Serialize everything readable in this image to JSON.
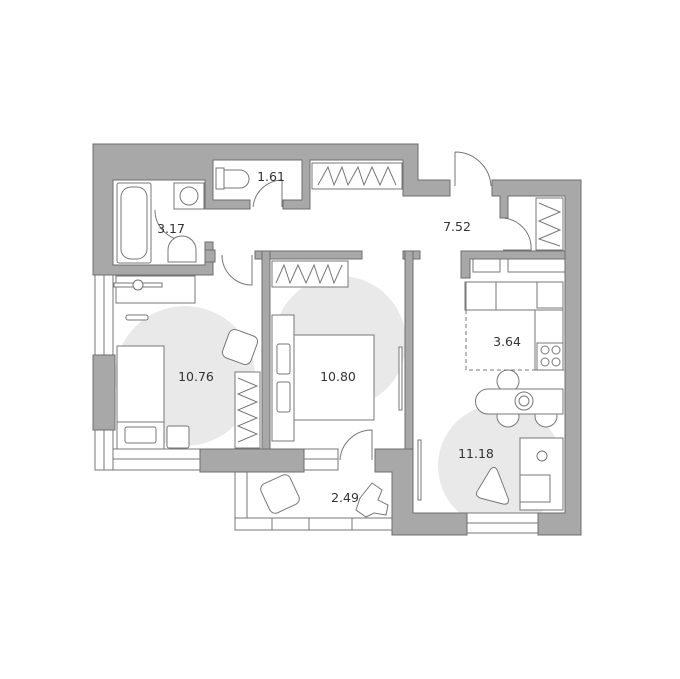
{
  "rooms": [
    {
      "name": "bathroom",
      "area": "3.17"
    },
    {
      "name": "toilet",
      "area": "1.61"
    },
    {
      "name": "hallway",
      "area": "7.52"
    },
    {
      "name": "kitchen",
      "area": "3.64"
    },
    {
      "name": "child-room",
      "area": "10.76"
    },
    {
      "name": "bedroom",
      "area": "10.80"
    },
    {
      "name": "living-room",
      "area": "11.18"
    },
    {
      "name": "loggia",
      "area": "2.49"
    }
  ]
}
